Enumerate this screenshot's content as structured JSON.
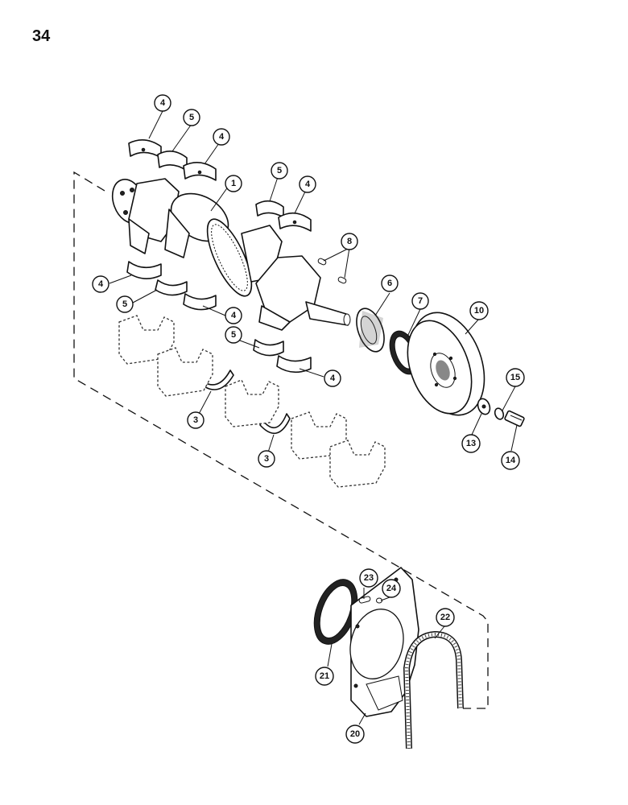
{
  "page": {
    "number": "34"
  },
  "callouts": {
    "c1": "1",
    "c3a": "3",
    "c3b": "3",
    "c4a": "4",
    "c4b": "4",
    "c4c": "4",
    "c4d": "4",
    "c4e": "4",
    "c4f": "4",
    "c5a": "5",
    "c5b": "5",
    "c5c": "5",
    "c5d": "5",
    "c6": "6",
    "c7": "7",
    "c8": "8",
    "c10": "10",
    "c13": "13",
    "c14": "14",
    "c15": "15",
    "c20": "20",
    "c21": "21",
    "c22": "22",
    "c23": "23",
    "c24": "24"
  }
}
